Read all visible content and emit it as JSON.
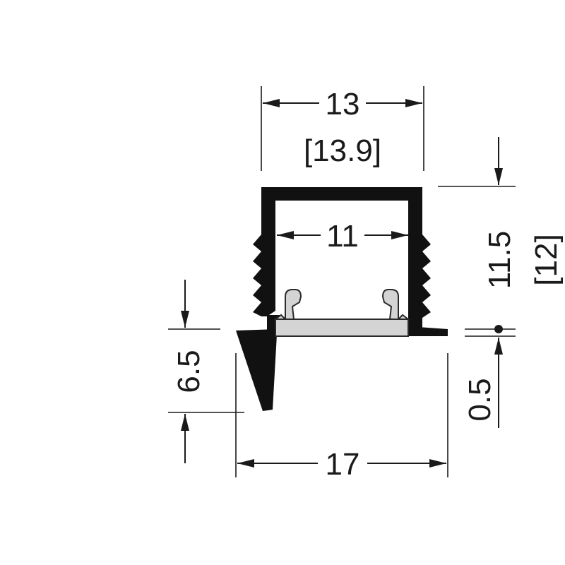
{
  "colors": {
    "profile": "#111111",
    "diffuser": "#d4d4d4",
    "diffuser_outline": "#2a2a2a",
    "lines": "#1a1a1a",
    "background": "#ffffff"
  },
  "dimensions": {
    "outer_width": "13",
    "outer_width_alt": "[13.9]",
    "inner_width": "11",
    "height": "11.5",
    "height_alt": "[12]",
    "flange_height": "6.5",
    "flange_thickness": "0.5",
    "total_width": "17"
  }
}
